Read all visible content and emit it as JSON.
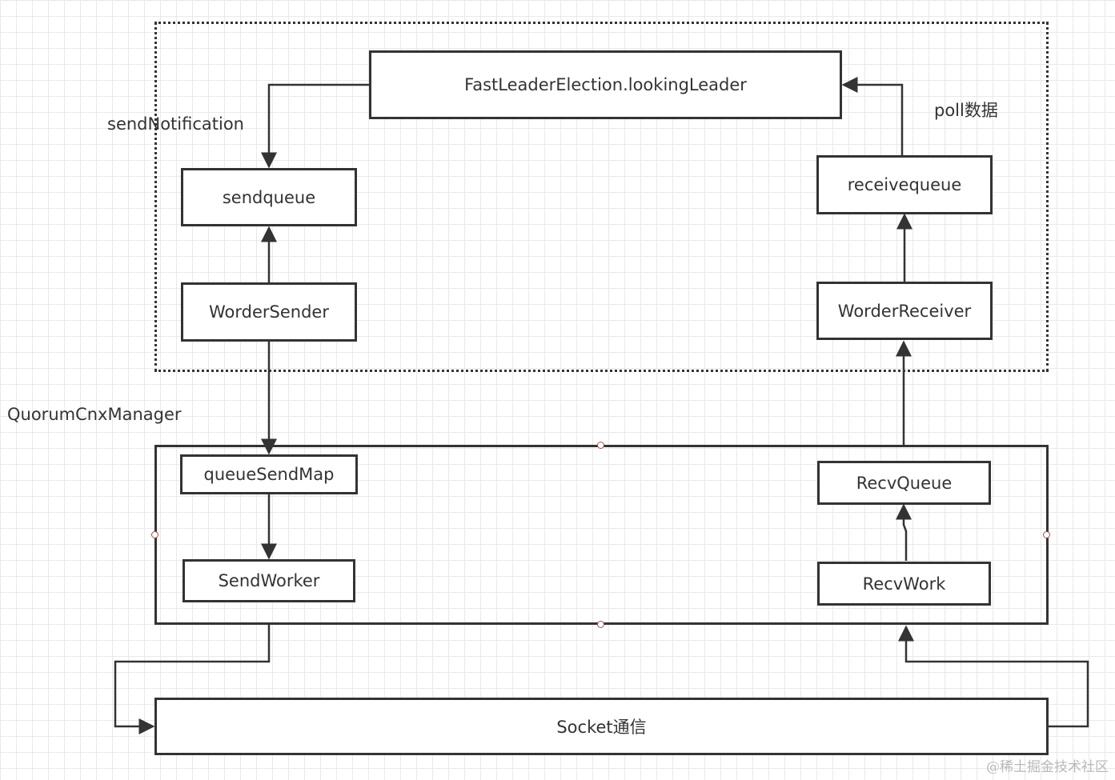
{
  "diagram": {
    "nodes": {
      "fast_leader_election": "FastLeaderElection.lookingLeader",
      "sendqueue": "sendqueue",
      "worder_sender": "WorderSender",
      "receivequeue": "receivequeue",
      "worder_receiver": "WorderReceiver",
      "queue_send_map": "queueSendMap",
      "send_worker": "SendWorker",
      "recv_queue": "RecvQueue",
      "recv_work": "RecvWork",
      "socket": "Socket通信"
    },
    "labels": {
      "send_notification": "sendNotification",
      "poll": "poll数据",
      "quorum": "QuorumCnxManager"
    },
    "watermark": "@稀土掘金技术社区",
    "colors": {
      "stroke": "#333333",
      "grid": "#e9e9e9",
      "background": "#ffffff"
    }
  }
}
